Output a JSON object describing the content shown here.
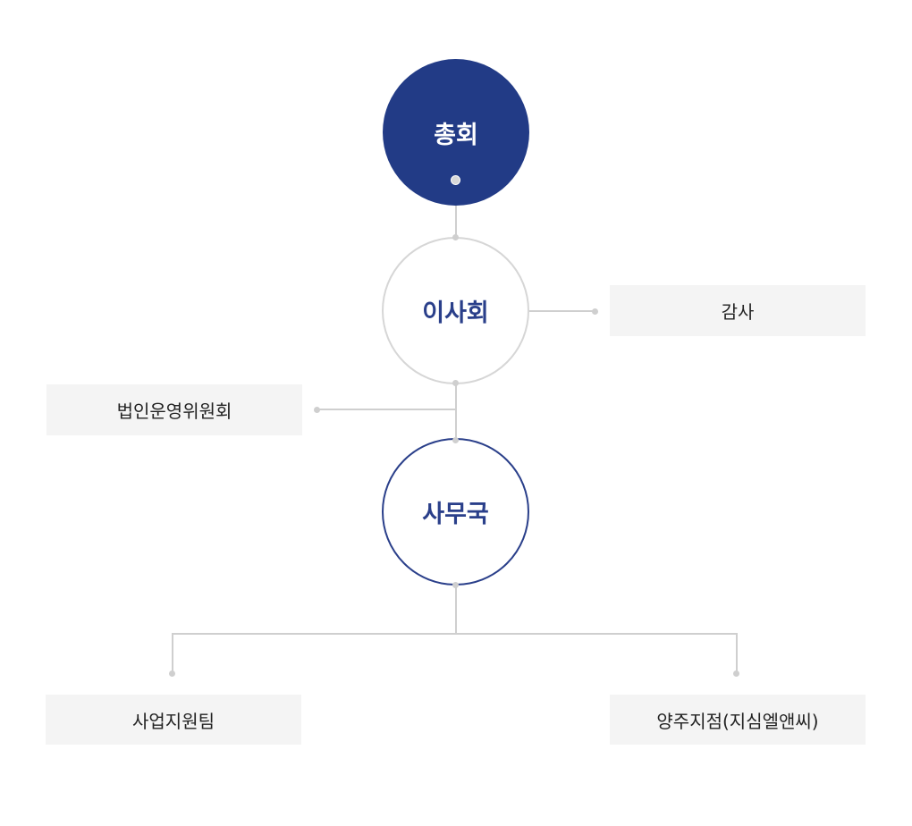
{
  "org": {
    "general_assembly": "총회",
    "board": "이사회",
    "audit": "감사",
    "committee": "법인운영위원회",
    "secretariat": "사무국",
    "business_team": "사업지원팀",
    "branch": "양주지점(지심엘앤씨)"
  },
  "colors": {
    "primary": "#223b86",
    "line": "#cfcfcf",
    "box": "#f4f4f4"
  }
}
